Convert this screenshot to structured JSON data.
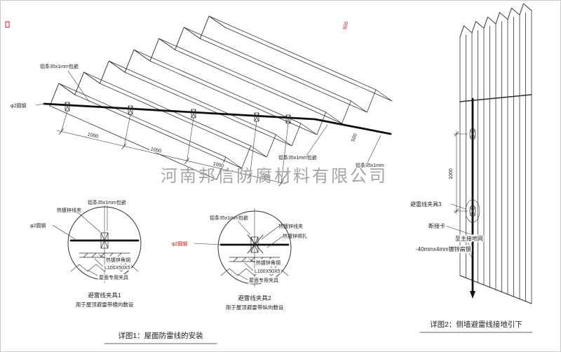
{
  "watermark": "河南邦信防腐材料有限公司",
  "colors": {
    "line": "#2a2a2a",
    "red": "#cc1111",
    "watermark": "#9b9b9b"
  },
  "roof": {
    "label_alu_strip_top": "铝条35x1mm包嵌",
    "label_round_steel": "φ2圆钢",
    "label_alu_strip_bottom": "铝条35x1mm包嵌",
    "label_alu_strip_right": "铝条35x1mm",
    "dim_1000_1": "1000",
    "dim_1000_2": "1000",
    "dim_1000_3": "1000",
    "dim_500_1": "500",
    "dim_500_edge": "500",
    "dim_500_top": "500"
  },
  "detail1": {
    "label_clamp": "热镀锌线夹",
    "label_alu_strip": "铝条35x1mm包嵌",
    "label_round_steel": "φ2圆钢",
    "label_angle_steel": "热镀锌角钢",
    "label_angle_spec": "L100X50X5",
    "label_roof_fixture": "屋面专用夹具",
    "title": "避雷线夹具1",
    "subtitle": "用于屋顶避雷带横向敷设"
  },
  "detail2": {
    "label_alu_strip": "铝条35x1mm包嵌",
    "label_clamp": "热镀锌线夹",
    "label_binding": "热镀锌绑扎",
    "label_round_steel": "φ2圆钢",
    "label_angle_steel": "热镀锌角钢",
    "label_angle_spec": "L100X50X5",
    "label_roof_fixture": "屋面专用夹具",
    "title": "避雷线夹具2",
    "subtitle": "用于屋顶避雷带纵向敷设"
  },
  "wall": {
    "label_clamp3": "避雷线夹具3",
    "label_disconnect": "断接卡",
    "label_to_ground": "至主接地网",
    "label_flat_steel": "-40mmx4mm镀锌扁钢",
    "dim_1000": "1000"
  },
  "captions": {
    "detail1": "详图1：屋面防雷线的安装",
    "detail2": "详图2：侧墙避雷线接地引下"
  }
}
